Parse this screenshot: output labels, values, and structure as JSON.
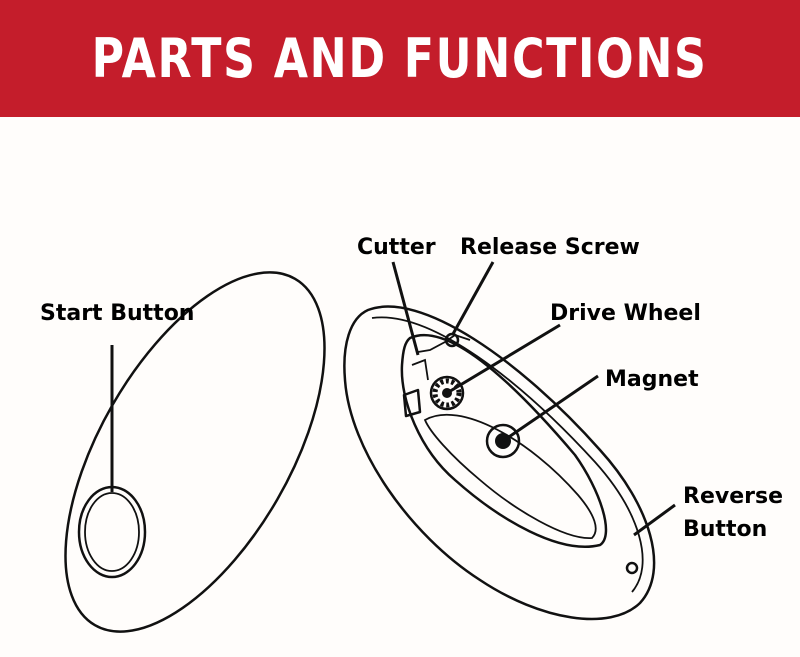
{
  "header": {
    "title": "PARTS AND FUNCTIONS",
    "background_color": "#c41d2b",
    "text_color": "#ffffff"
  },
  "labels": {
    "start_button": "Start Button",
    "cutter": "Cutter",
    "release_screw": "Release Screw",
    "drive_wheel": "Drive Wheel",
    "magnet": "Magnet",
    "reverse_button_line1": "Reverse",
    "reverse_button_line2": "Button"
  }
}
